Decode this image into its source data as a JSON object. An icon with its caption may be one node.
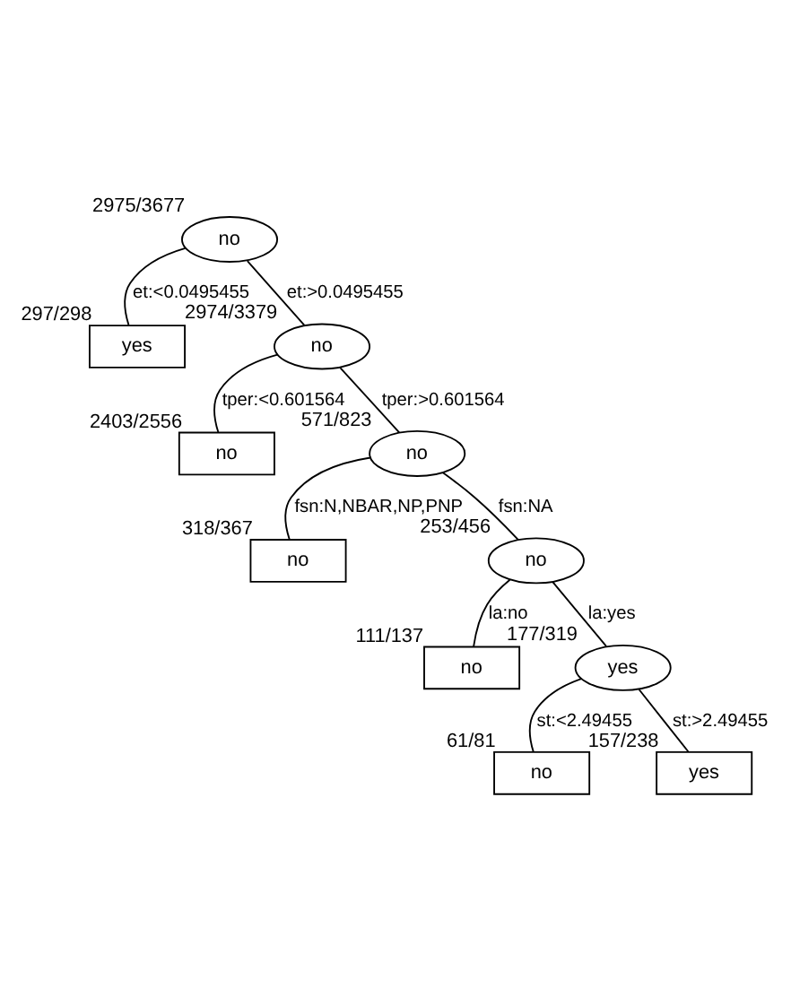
{
  "diagram": {
    "nodes": [
      {
        "text": [
          "no"
        ],
        "beside": [
          "2975/3677"
        ]
      },
      {
        "text": [
          "yes"
        ],
        "beside": [
          "297/298"
        ]
      },
      {
        "text": [
          "no"
        ],
        "beside": [
          "2974/3379"
        ]
      },
      {
        "text": [
          "no"
        ],
        "beside": [
          "2403/2556"
        ]
      },
      {
        "text": [
          "no"
        ],
        "beside": [
          "571/823"
        ]
      },
      {
        "text": [
          "no"
        ],
        "beside": [
          "318/367"
        ]
      },
      {
        "text": [
          "no"
        ],
        "beside": [
          "253/456"
        ]
      },
      {
        "text": [
          "no"
        ],
        "beside": [
          "111/137"
        ]
      },
      {
        "text": [
          "yes"
        ],
        "beside": [
          "177/319"
        ]
      },
      {
        "text": [
          "no"
        ],
        "beside": [
          "61/81"
        ]
      },
      {
        "text": [
          "yes"
        ],
        "beside": [
          "157/238"
        ]
      }
    ],
    "edges": [
      {
        "from": 0,
        "to": 1,
        "arrow": "none",
        "label": "et:<0.0495455"
      },
      {
        "from": 0,
        "to": 2,
        "arrow": "none",
        "label": "et:>0.0495455"
      },
      {
        "from": 2,
        "to": 3,
        "arrow": "none",
        "label": "tper:<0.601564"
      },
      {
        "from": 2,
        "to": 4,
        "arrow": "none",
        "label": "tper:>0.601564"
      },
      {
        "from": 4,
        "to": 5,
        "arrow": "none",
        "label": "fsn:N,NBAR,NP,PNP"
      },
      {
        "from": 4,
        "to": 6,
        "arrow": "none",
        "label": "fsn:NA"
      },
      {
        "from": 6,
        "to": 7,
        "arrow": "none",
        "label": "la:no"
      },
      {
        "from": 6,
        "to": 8,
        "arrow": "none",
        "label": "la:yes"
      },
      {
        "from": 8,
        "to": 9,
        "arrow": "none",
        "label": "st:<2.49455"
      },
      {
        "from": 8,
        "to": 10,
        "arrow": "none",
        "label": "st:>2.49455"
      }
    ]
  }
}
